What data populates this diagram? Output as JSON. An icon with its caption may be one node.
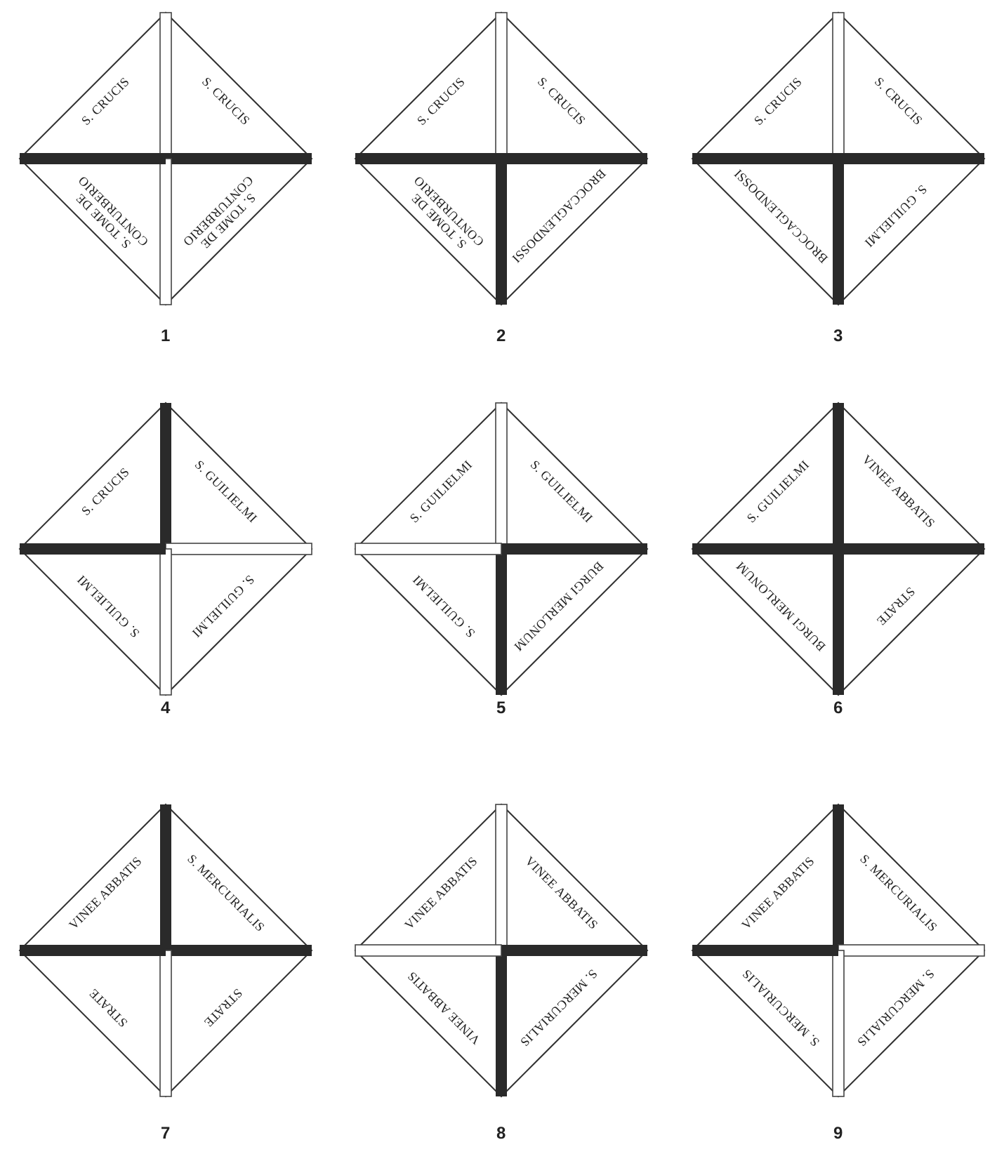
{
  "diagram": {
    "nodes": [
      {
        "text": [],
        "shape": "diamond",
        "beside": [
          "1"
        ]
      },
      {
        "text": [
          "S. CRUCIS"
        ],
        "in": 0
      },
      {
        "text": [
          "S. CRUCIS"
        ],
        "in": 0
      },
      {
        "text": [
          "S. TOME DE CONTURBERIO"
        ],
        "in": 0
      },
      {
        "text": [
          "S. TOME DE CONTURBERIO"
        ],
        "in": 0
      },
      {
        "text": [],
        "shape": "diamond",
        "beside": [
          "2"
        ]
      },
      {
        "text": [
          "S. CRUCIS"
        ],
        "in": 5
      },
      {
        "text": [
          "S. CRUCIS"
        ],
        "in": 5
      },
      {
        "text": [
          "S. TOME DE CONTURBERIO"
        ],
        "in": 5
      },
      {
        "text": [
          "BROCCAGLENDOSSI"
        ],
        "in": 5
      },
      {
        "text": [],
        "shape": "diamond",
        "beside": [
          "3"
        ]
      },
      {
        "text": [
          "S. CRUCIS"
        ],
        "in": 10
      },
      {
        "text": [
          "S. CRUCIS"
        ],
        "in": 10
      },
      {
        "text": [
          "BROCCAGLENDOSSI"
        ],
        "in": 10
      },
      {
        "text": [
          "S. GUILIELMI"
        ],
        "in": 10
      },
      {
        "text": [],
        "shape": "diamond",
        "beside": [
          "4"
        ]
      },
      {
        "text": [
          "S. CRUCIS"
        ],
        "in": 15
      },
      {
        "text": [
          "S. GUILIELMI"
        ],
        "in": 15
      },
      {
        "text": [
          "S. GUILIELMI"
        ],
        "in": 15
      },
      {
        "text": [
          "S. GUILIELMI"
        ],
        "in": 15
      },
      {
        "text": [],
        "shape": "diamond",
        "beside": [
          "5"
        ]
      },
      {
        "text": [
          "S. GUILIELMI"
        ],
        "in": 20
      },
      {
        "text": [
          "S. GUILIELMI"
        ],
        "in": 20
      },
      {
        "text": [
          "S. GUILIELMI"
        ],
        "in": 20
      },
      {
        "text": [
          "BURGI MERLONUM"
        ],
        "in": 20
      },
      {
        "text": [],
        "shape": "diamond",
        "beside": [
          "6"
        ]
      },
      {
        "text": [
          "S. GUILIELMI"
        ],
        "in": 25
      },
      {
        "text": [
          "VINEE ABBATIS"
        ],
        "in": 25
      },
      {
        "text": [
          "BURGI MERLONUM"
        ],
        "in": 25
      },
      {
        "text": [
          "STRATE"
        ],
        "in": 25
      },
      {
        "text": [],
        "shape": "diamond",
        "beside": [
          "7"
        ]
      },
      {
        "text": [
          "VINEE ABBATIS"
        ],
        "in": 30
      },
      {
        "text": [
          "S. MERCURIALIS"
        ],
        "in": 30
      },
      {
        "text": [
          "STRATE"
        ],
        "in": 30
      },
      {
        "text": [
          "STRATE"
        ],
        "in": 30
      },
      {
        "text": [],
        "shape": "diamond",
        "beside": [
          "8"
        ]
      },
      {
        "text": [
          "VINEE ABBATIS"
        ],
        "in": 35
      },
      {
        "text": [
          "VINEE ABBATIS"
        ],
        "in": 35
      },
      {
        "text": [
          "VINEE ABBATIS"
        ],
        "in": 35
      },
      {
        "text": [
          "S. MERCURIALIS"
        ],
        "in": 35
      },
      {
        "text": [],
        "shape": "diamond",
        "beside": [
          "9"
        ]
      },
      {
        "text": [
          "VINEE ABBATIS"
        ],
        "in": 40
      },
      {
        "text": [
          "S. MERCURIALIS"
        ],
        "in": 40
      },
      {
        "text": [
          "S. MERCURIALIS"
        ],
        "in": 40
      },
      {
        "text": [
          "S. MERCURIALIS"
        ],
        "in": 40
      }
    ]
  }
}
